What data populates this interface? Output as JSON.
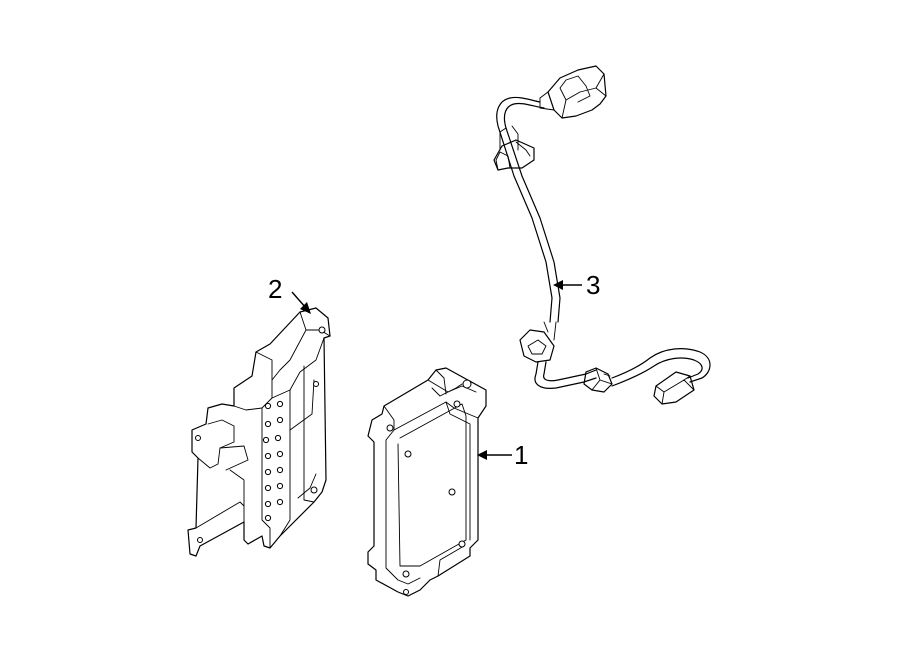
{
  "callouts": [
    {
      "id": "1",
      "label": "1"
    },
    {
      "id": "2",
      "label": "2"
    },
    {
      "id": "3",
      "label": "3"
    }
  ],
  "colors": {
    "stroke": "#000000",
    "background": "#ffffff"
  }
}
